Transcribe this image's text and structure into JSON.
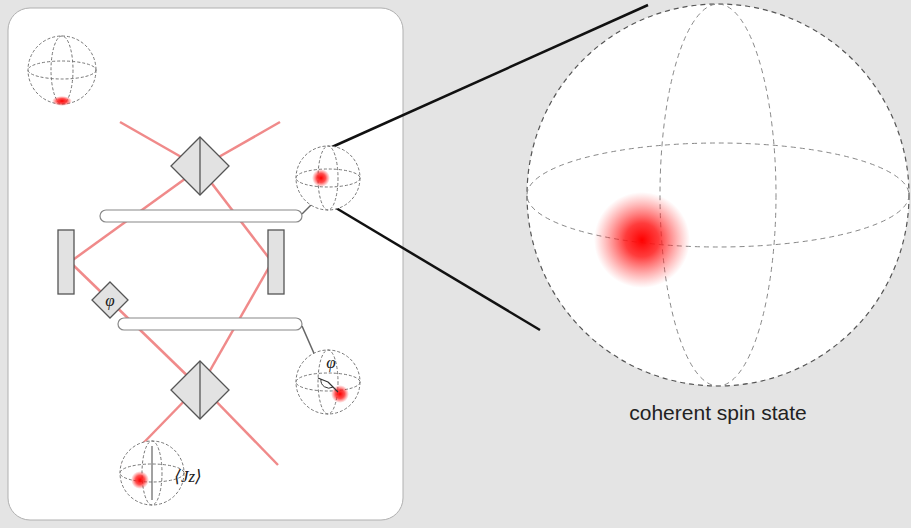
{
  "diagram": {
    "labels": [
      "φ",
      "φ",
      "⟨Jz⟩",
      "coherent spin state"
    ]
  }
}
